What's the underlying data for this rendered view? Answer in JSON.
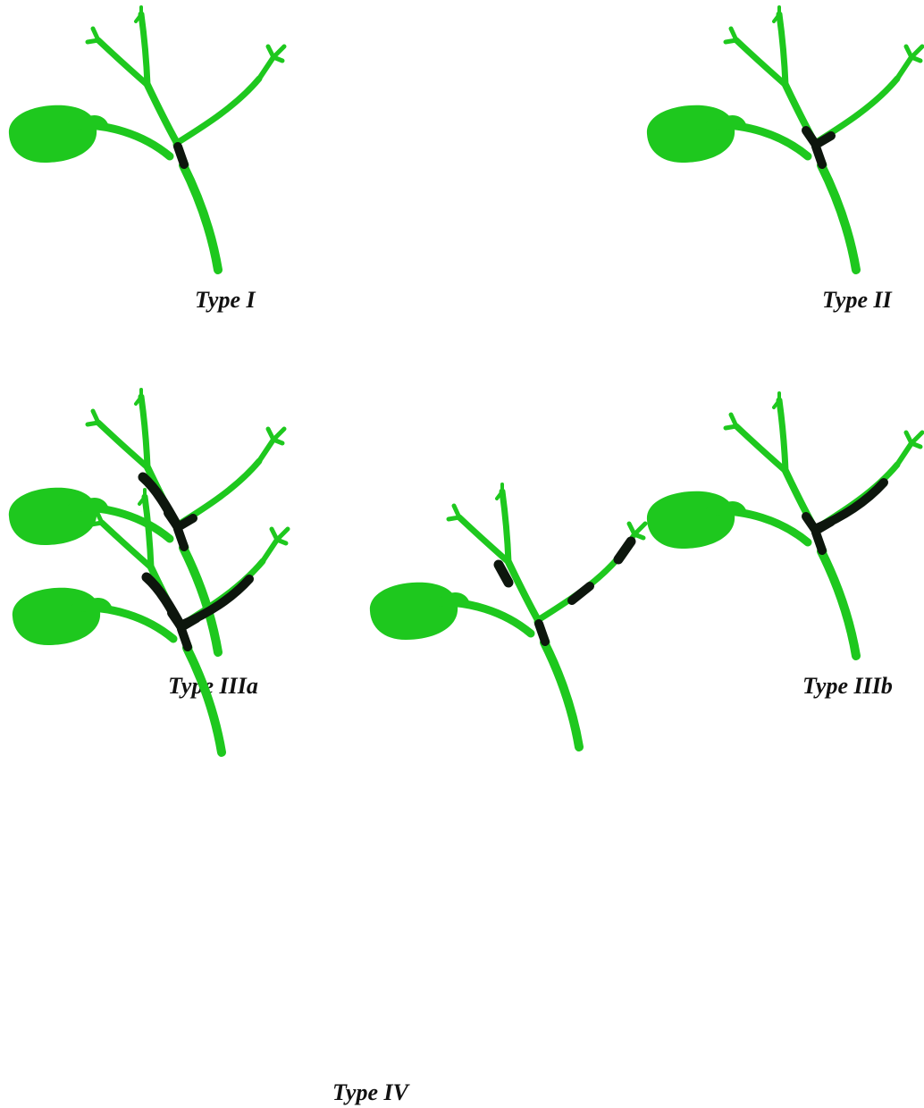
{
  "colors": {
    "healthy": "#1ec81e",
    "involved": "#0d160d",
    "background": "#ffffff",
    "caption": "#111111"
  },
  "captions": {
    "type_i": "Type I",
    "type_ii": "Type II",
    "type_iiia": "Type IIIa",
    "type_iiib": "Type IIIb",
    "type_iv": "Type IV"
  },
  "panels": [
    {
      "id": "type-i",
      "caption_key": "type_i",
      "involved_segments": [
        "common-hepatic"
      ]
    },
    {
      "id": "type-ii",
      "caption_key": "type_ii",
      "involved_segments": [
        "common-hepatic",
        "confluence"
      ]
    },
    {
      "id": "type-iiia",
      "caption_key": "type_iiia",
      "involved_segments": [
        "common-hepatic",
        "confluence",
        "right-hepatic"
      ]
    },
    {
      "id": "type-iiib",
      "caption_key": "type_iiib",
      "involved_segments": [
        "common-hepatic",
        "confluence",
        "left-hepatic"
      ]
    },
    {
      "id": "type-iv-a",
      "caption_key": "type_iv",
      "involved_segments": [
        "common-hepatic",
        "confluence",
        "right-hepatic",
        "left-hepatic"
      ]
    },
    {
      "id": "type-iv-b",
      "caption_key": "type_iv",
      "involved_segments": [
        "common-hepatic",
        "right-secondary",
        "left-skip-1",
        "left-tip"
      ]
    }
  ]
}
